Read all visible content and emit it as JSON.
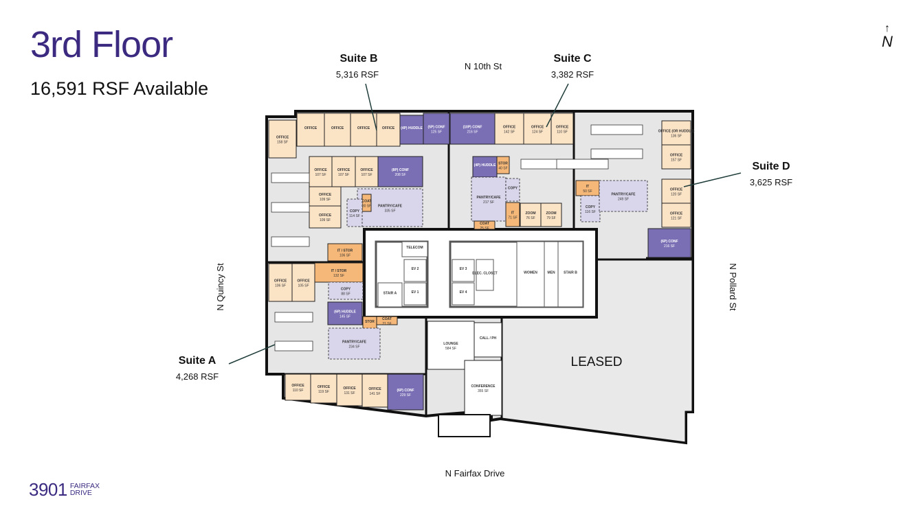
{
  "header": {
    "title": "3rd Floor",
    "subtitle": "16,591 RSF Available"
  },
  "north": {
    "arrow": "↑",
    "label": "N"
  },
  "logo": {
    "number": "3901",
    "line1": "FAIRFAX",
    "line2": "DRIVE"
  },
  "streets": {
    "top": "N 10th St",
    "bottom": "N Fairfax Drive",
    "left": "N Quincy St",
    "right": "N Pollard St"
  },
  "suites": [
    {
      "name": "Suite A",
      "area": "4,268 RSF"
    },
    {
      "name": "Suite B",
      "area": "5,316 RSF"
    },
    {
      "name": "Suite C",
      "area": "3,382 RSF"
    },
    {
      "name": "Suite D",
      "area": "3,625 RSF"
    }
  ],
  "leased_label": "LEASED",
  "colors": {
    "brand": "#3b2a80",
    "office": "#fbe3c6",
    "conference": "#7a6fb4",
    "pantry": "#d9d5ea",
    "storage": "#f6b878",
    "corridor": "#e6e6e6",
    "leased": "#e9e9e9"
  },
  "rooms": [
    {
      "label": "OFFICE",
      "area": "158 SF",
      "type": "office"
    },
    {
      "label": "OFFICE",
      "area": "",
      "type": "office"
    },
    {
      "label": "OFFICE",
      "area": "",
      "type": "office"
    },
    {
      "label": "OFFICE",
      "area": "",
      "type": "office"
    },
    {
      "label": "OFFICE",
      "area": "",
      "type": "office"
    },
    {
      "label": "(4P) HUDDLE",
      "area": "",
      "type": "conference"
    },
    {
      "label": "(5P) CONF",
      "area": "125 SF",
      "type": "conference"
    },
    {
      "label": "(10P) CONF",
      "area": "216 SF",
      "type": "conference"
    },
    {
      "label": "OFFICE",
      "area": "142 SF",
      "type": "office"
    },
    {
      "label": "OFFICE",
      "area": "124 SF",
      "type": "office"
    },
    {
      "label": "OFFICE",
      "area": "110 SF",
      "type": "office"
    },
    {
      "label": "OFFICE",
      "area": "107 SF",
      "type": "office"
    },
    {
      "label": "OFFICE",
      "area": "107 SF",
      "type": "office"
    },
    {
      "label": "OFFICE",
      "area": "107 SF",
      "type": "office"
    },
    {
      "label": "(8P) CONF",
      "area": "208 SF",
      "type": "conference"
    },
    {
      "label": "OFFICE",
      "area": "109 SF",
      "type": "office"
    },
    {
      "label": "OFFICE",
      "area": "109 SF",
      "type": "office"
    },
    {
      "label": "PANTRY/CAFE",
      "area": "335 SF",
      "type": "pantry"
    },
    {
      "label": "COAT",
      "area": "30 SF",
      "type": "storage"
    },
    {
      "label": "COPY",
      "area": "114 SF",
      "type": "pantry"
    },
    {
      "label": "(4P) HUDDLE",
      "area": "",
      "type": "conference"
    },
    {
      "label": "STOR",
      "area": "40 SF",
      "type": "storage"
    },
    {
      "label": "PANTRY/CAFE",
      "area": "217 SF",
      "type": "pantry"
    },
    {
      "label": "COAT",
      "area": "25 SF",
      "type": "storage"
    },
    {
      "label": "COPY",
      "area": "",
      "type": "pantry"
    },
    {
      "label": "IT",
      "area": "71 SF",
      "type": "storage"
    },
    {
      "label": "ZOOM",
      "area": "76 SF",
      "type": "office"
    },
    {
      "label": "ZOOM",
      "area": "79 SF",
      "type": "office"
    },
    {
      "label": "IT",
      "area": "50 SF",
      "type": "storage"
    },
    {
      "label": "COPY",
      "area": "116 SF",
      "type": "pantry"
    },
    {
      "label": "PANTRY/CAFE",
      "area": "249 SF",
      "type": "pantry"
    },
    {
      "label": "OFFICE (OR HUDDLE)",
      "area": "136 SF",
      "type": "office"
    },
    {
      "label": "OFFICE",
      "area": "157 SF",
      "type": "office"
    },
    {
      "label": "OFFICE",
      "area": "120 SF",
      "type": "office"
    },
    {
      "label": "OFFICE",
      "area": "121 SF",
      "type": "office"
    },
    {
      "label": "(6P) CONF",
      "area": "216 SF",
      "type": "conference"
    },
    {
      "label": "IT / STOR",
      "area": "106 SF",
      "type": "storage"
    },
    {
      "label": "IT / STOR",
      "area": "132 SF",
      "type": "storage"
    },
    {
      "label": "COPY",
      "area": "88 SF",
      "type": "pantry"
    },
    {
      "label": "OFFICE",
      "area": "106 SF",
      "type": "office"
    },
    {
      "label": "OFFICE",
      "area": "105 SF",
      "type": "office"
    },
    {
      "label": "(6P) HUDDLE",
      "area": "145 SF",
      "type": "conference"
    },
    {
      "label": "STOR",
      "area": "",
      "type": "storage"
    },
    {
      "label": "COAT",
      "area": "21 SF",
      "type": "storage"
    },
    {
      "label": "PANTRY/CAFE",
      "area": "234 SF",
      "type": "pantry"
    },
    {
      "label": "OFFICE",
      "area": "110 SF",
      "type": "office"
    },
    {
      "label": "OFFICE",
      "area": "119 SF",
      "type": "office"
    },
    {
      "label": "OFFICE",
      "area": "131 SF",
      "type": "office"
    },
    {
      "label": "OFFICE",
      "area": "141 SF",
      "type": "office"
    },
    {
      "label": "(6P) CONF",
      "area": "229 SF",
      "type": "conference"
    },
    {
      "label": "LOUNGE",
      "area": "584 SF",
      "type": "common"
    },
    {
      "label": "CALL / PH",
      "area": "",
      "type": "common"
    },
    {
      "label": "CONFERENCE",
      "area": "355 SF",
      "type": "common"
    },
    {
      "label": "TELECOM",
      "area": "",
      "type": "core"
    },
    {
      "label": "EV 2",
      "area": "",
      "type": "core"
    },
    {
      "label": "EV 1",
      "area": "",
      "type": "core"
    },
    {
      "label": "STAIR A",
      "area": "",
      "type": "core"
    },
    {
      "label": "EV 3",
      "area": "",
      "type": "core"
    },
    {
      "label": "EV 4",
      "area": "",
      "type": "core"
    },
    {
      "label": "ELEC. CLOSET",
      "area": "",
      "type": "core"
    },
    {
      "label": "WOMEN",
      "area": "",
      "type": "core"
    },
    {
      "label": "MEN",
      "area": "",
      "type": "core"
    },
    {
      "label": "STAIR B",
      "area": "",
      "type": "core"
    }
  ]
}
